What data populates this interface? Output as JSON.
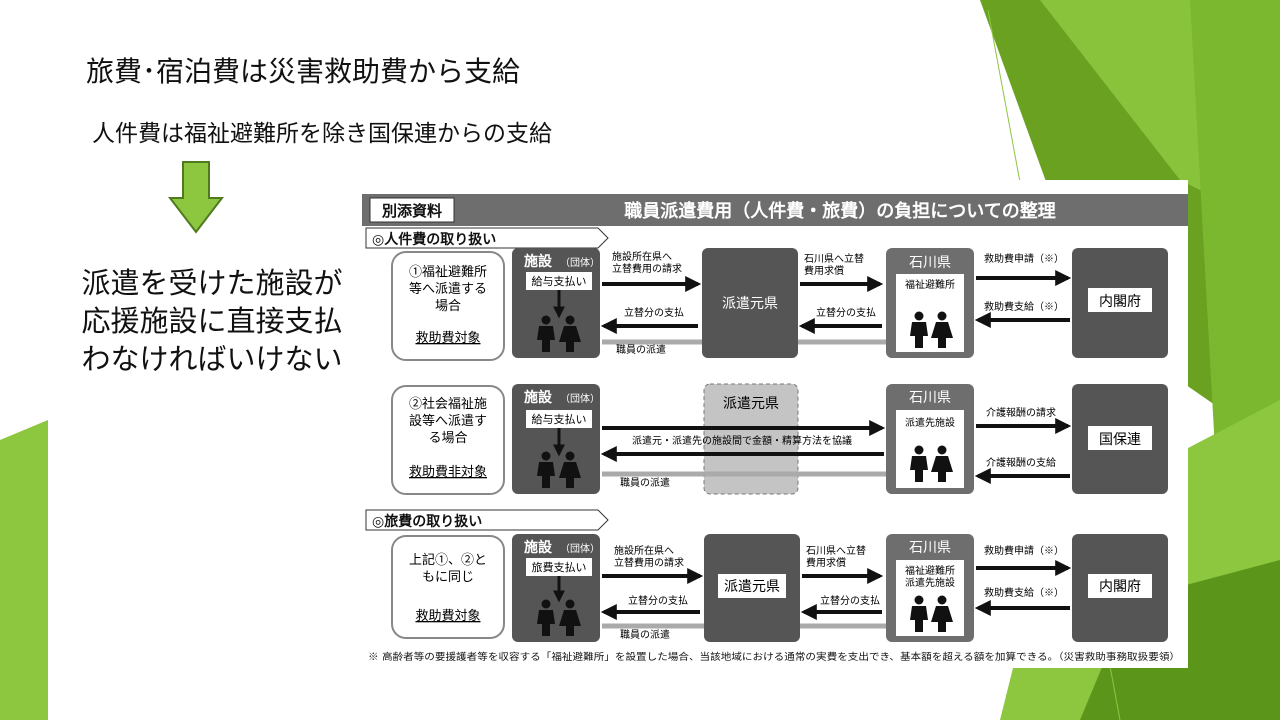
{
  "slide": {
    "title": "旅費･宿泊費は災害救助費から支給",
    "subtitle": "人件費は福祉避難所を除き国保連からの支給",
    "note_lines": [
      "派遣を受けた施設が",
      "応援施設に直接支払",
      "わなければいけない"
    ]
  },
  "figure": {
    "tag": "別添資料",
    "header": "職員派遣費用（人件費・旅費）の負担についての整理",
    "section1": "◎人件費の取り扱い",
    "section2": "◎旅費の取り扱い",
    "footnote": "※ 高齢者等の要援護者等を収容する「福祉避難所」を設置した場合、当該地域における通常の実費を支出でき、基本額を超える額を加算できる。（災害救助事務取扱要領）",
    "rows": [
      {
        "left_line1": "①福祉避難所",
        "left_line2": "等へ派遣する",
        "left_line3": "場合",
        "left_cat": "救助費対象",
        "facility": "施設",
        "facility_sub": "（団体）",
        "pay": "給与支払い",
        "mid": "派遣元県",
        "top_label1": "施設所在県へ",
        "top_label2": "立替費用の請求",
        "back_label": "立替分の支払",
        "staff_label": "職員の派遣",
        "mid_top1": "石川県へ立替",
        "mid_top2": "費用求償",
        "mid_back": "立替分の支払",
        "pref": "石川県",
        "pref_sub1": "福祉避難所",
        "pref_sub2": "",
        "right_top": "救助費申請（※）",
        "right_bottom": "救助費支給（※）",
        "right_box": "内閣府"
      },
      {
        "left_line1": "②社会福祉施",
        "left_line2": "設等へ派遣す",
        "left_line3": "る場合",
        "left_cat": "救助費非対象",
        "facility": "施設",
        "facility_sub": "（団体）",
        "pay": "給与支払い",
        "mid": "派遣元県",
        "negotiate": "派遣元・派遣先の施設間で金額・精算方法を協議",
        "staff_label": "職員の派遣",
        "pref": "石川県",
        "pref_sub1": "派遣先施設",
        "right_top": "介護報酬の請求",
        "right_bottom": "介護報酬の支給",
        "right_box": "国保連"
      },
      {
        "left_line1": "上記①、②と",
        "left_line2": "もに同じ",
        "left_cat": "救助費対象",
        "facility": "施設",
        "facility_sub": "（団体）",
        "pay": "旅費支払い",
        "mid": "派遣元県",
        "top_label1": "施設所在県へ",
        "top_label2": "立替費用の請求",
        "back_label": "立替分の支払",
        "staff_label": "職員の派遣",
        "mid_top1": "石川県へ立替",
        "mid_top2": "費用求償",
        "mid_back": "立替分の支払",
        "pref": "石川県",
        "pref_sub1": "福祉避難所",
        "pref_sub2": "派遣先施設",
        "right_top": "救助費申請（※）",
        "right_bottom": "救助費支給（※）",
        "right_box": "内閣府"
      }
    ]
  },
  "colors": {
    "green_light": "#8dc63f",
    "green_mid": "#6aa121",
    "green_dark": "#4f8a12",
    "box_dark": "#555555",
    "box_mid": "#6e6e6e",
    "box_light": "#bdbdbd"
  }
}
